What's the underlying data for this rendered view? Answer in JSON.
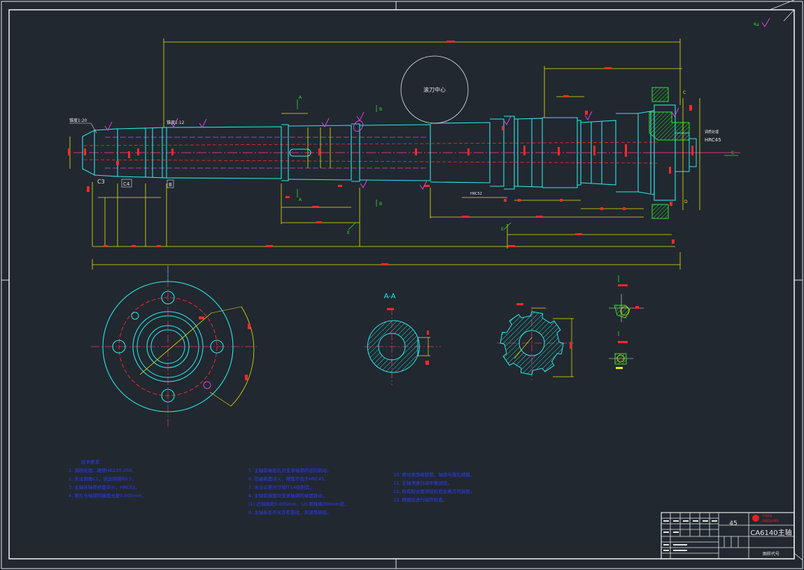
{
  "colors": {
    "background": "#212830",
    "frame": "#e6e6e6",
    "outline": "#2fe6e6",
    "dimension": "#e6e600",
    "centerline": "#e0307a",
    "hidden": "#ff2a2a",
    "note": "#2e3cff",
    "hatch": "#1fd0c0",
    "magenta": "#e040e0",
    "green": "#33dd33"
  },
  "labels": {
    "roughness_corner": "Ra",
    "taper_left": "锥度1:20",
    "taper_mid": "锥度1:12",
    "tool_center": "滚刀中心",
    "hardness": "HRC45",
    "hardness_mid": "HRC52",
    "hardness_note": "调质处理",
    "section_a": "A",
    "section_b": "B",
    "section_c": "C",
    "section_d": "D",
    "section_e": "E",
    "section_aa": "A-A",
    "chamfer_c3": "C3",
    "chamfer_c4": "C4",
    "datum_b": "B"
  },
  "notes": {
    "heading": "技术要求",
    "col1": [
      "1. 调质处理，硬度HB220-250，",
      "2. 未注倒角C1，锐边倒钝R0.5，",
      "3. 主轴各轴颈表面淬火，HRC52，",
      "4. 锥孔与轴颈同轴度允差0.005mm，"
    ],
    "col2": [
      "5. 主轴前端锥孔对支承轴颈的径向跳动，",
      "6. 花键表面淬火，硬度不低于HRC45，",
      "7. 未注公差尺寸按IT14级制造，",
      "8. 主轴前端面对支承轴颈的端面跳动，",
      "   (1) 近轴端处0.005mm，(2) 距轴端300mm处，",
      "9. 主轴各处不允许有裂纹、夹渣等缺陷，"
    ],
    "col3": [
      "10. 螺纹表面粗糙度，轴颈与锥孔精磨，",
      "11. 主轴须进行动平衡试验，",
      "12. 所有配合面须经检验合格方可装配，",
      "13. 精磨后进行探伤检查。"
    ]
  },
  "title_block": {
    "material": "45",
    "drawing_name": "CA6140主轴",
    "school_line1": "TONGJI",
    "school_line2": "机械设计课程",
    "drawing_no": "图样代号"
  }
}
